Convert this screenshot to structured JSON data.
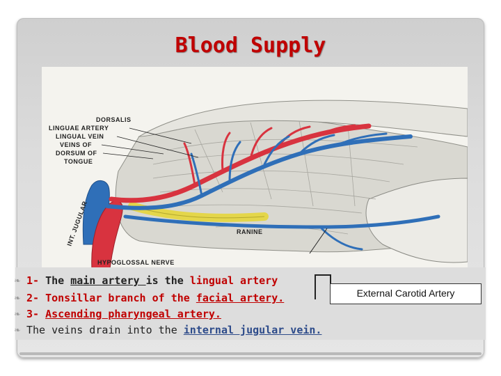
{
  "slide": {
    "title": "Blood Supply"
  },
  "figure": {
    "labels": {
      "dorsalis": "DORSALIS",
      "lingual_artery": "LINGUAE ARTERY",
      "lingual_vein": "LINGUAL VEIN",
      "veins_of": "VEINS OF",
      "dorsum_of": "DORSUM OF",
      "tongue": "TONGUE",
      "int_jugular": "INT. JUGULAR",
      "ranine": "RANINE",
      "hypoglossal_nerve": "HYPOGLOSSAL NERVE"
    },
    "colors": {
      "artery": "#d8333f",
      "vein": "#2f6fb8",
      "nerve": "#e4d64a",
      "muscle": "#cfcfc8"
    }
  },
  "bullets": [
    {
      "parts": [
        {
          "text": "1- ",
          "style": "bold-red"
        },
        {
          "text": "The ",
          "style": "bold-dark"
        },
        {
          "text": "main artery ",
          "style": "bold-dark underline"
        },
        {
          "text": "is the ",
          "style": "bold-dark"
        },
        {
          "text": "lingual artery",
          "style": "bold-red"
        }
      ]
    },
    {
      "parts": [
        {
          "text": "2- Tonsillar branch of the ",
          "style": "bold-red"
        },
        {
          "text": "facial artery.",
          "style": "bold-red underline"
        }
      ]
    },
    {
      "parts": [
        {
          "text": "3- ",
          "style": "bold-red"
        },
        {
          "text": "Ascending pharyngeal artery.",
          "style": "bold-red underline"
        }
      ]
    },
    {
      "parts": [
        {
          "text": "The veins drain into the ",
          "style": "plain"
        },
        {
          "text": "internal jugular vein.",
          "style": "blue"
        }
      ]
    }
  ],
  "callout": {
    "label": "External Carotid Artery"
  }
}
